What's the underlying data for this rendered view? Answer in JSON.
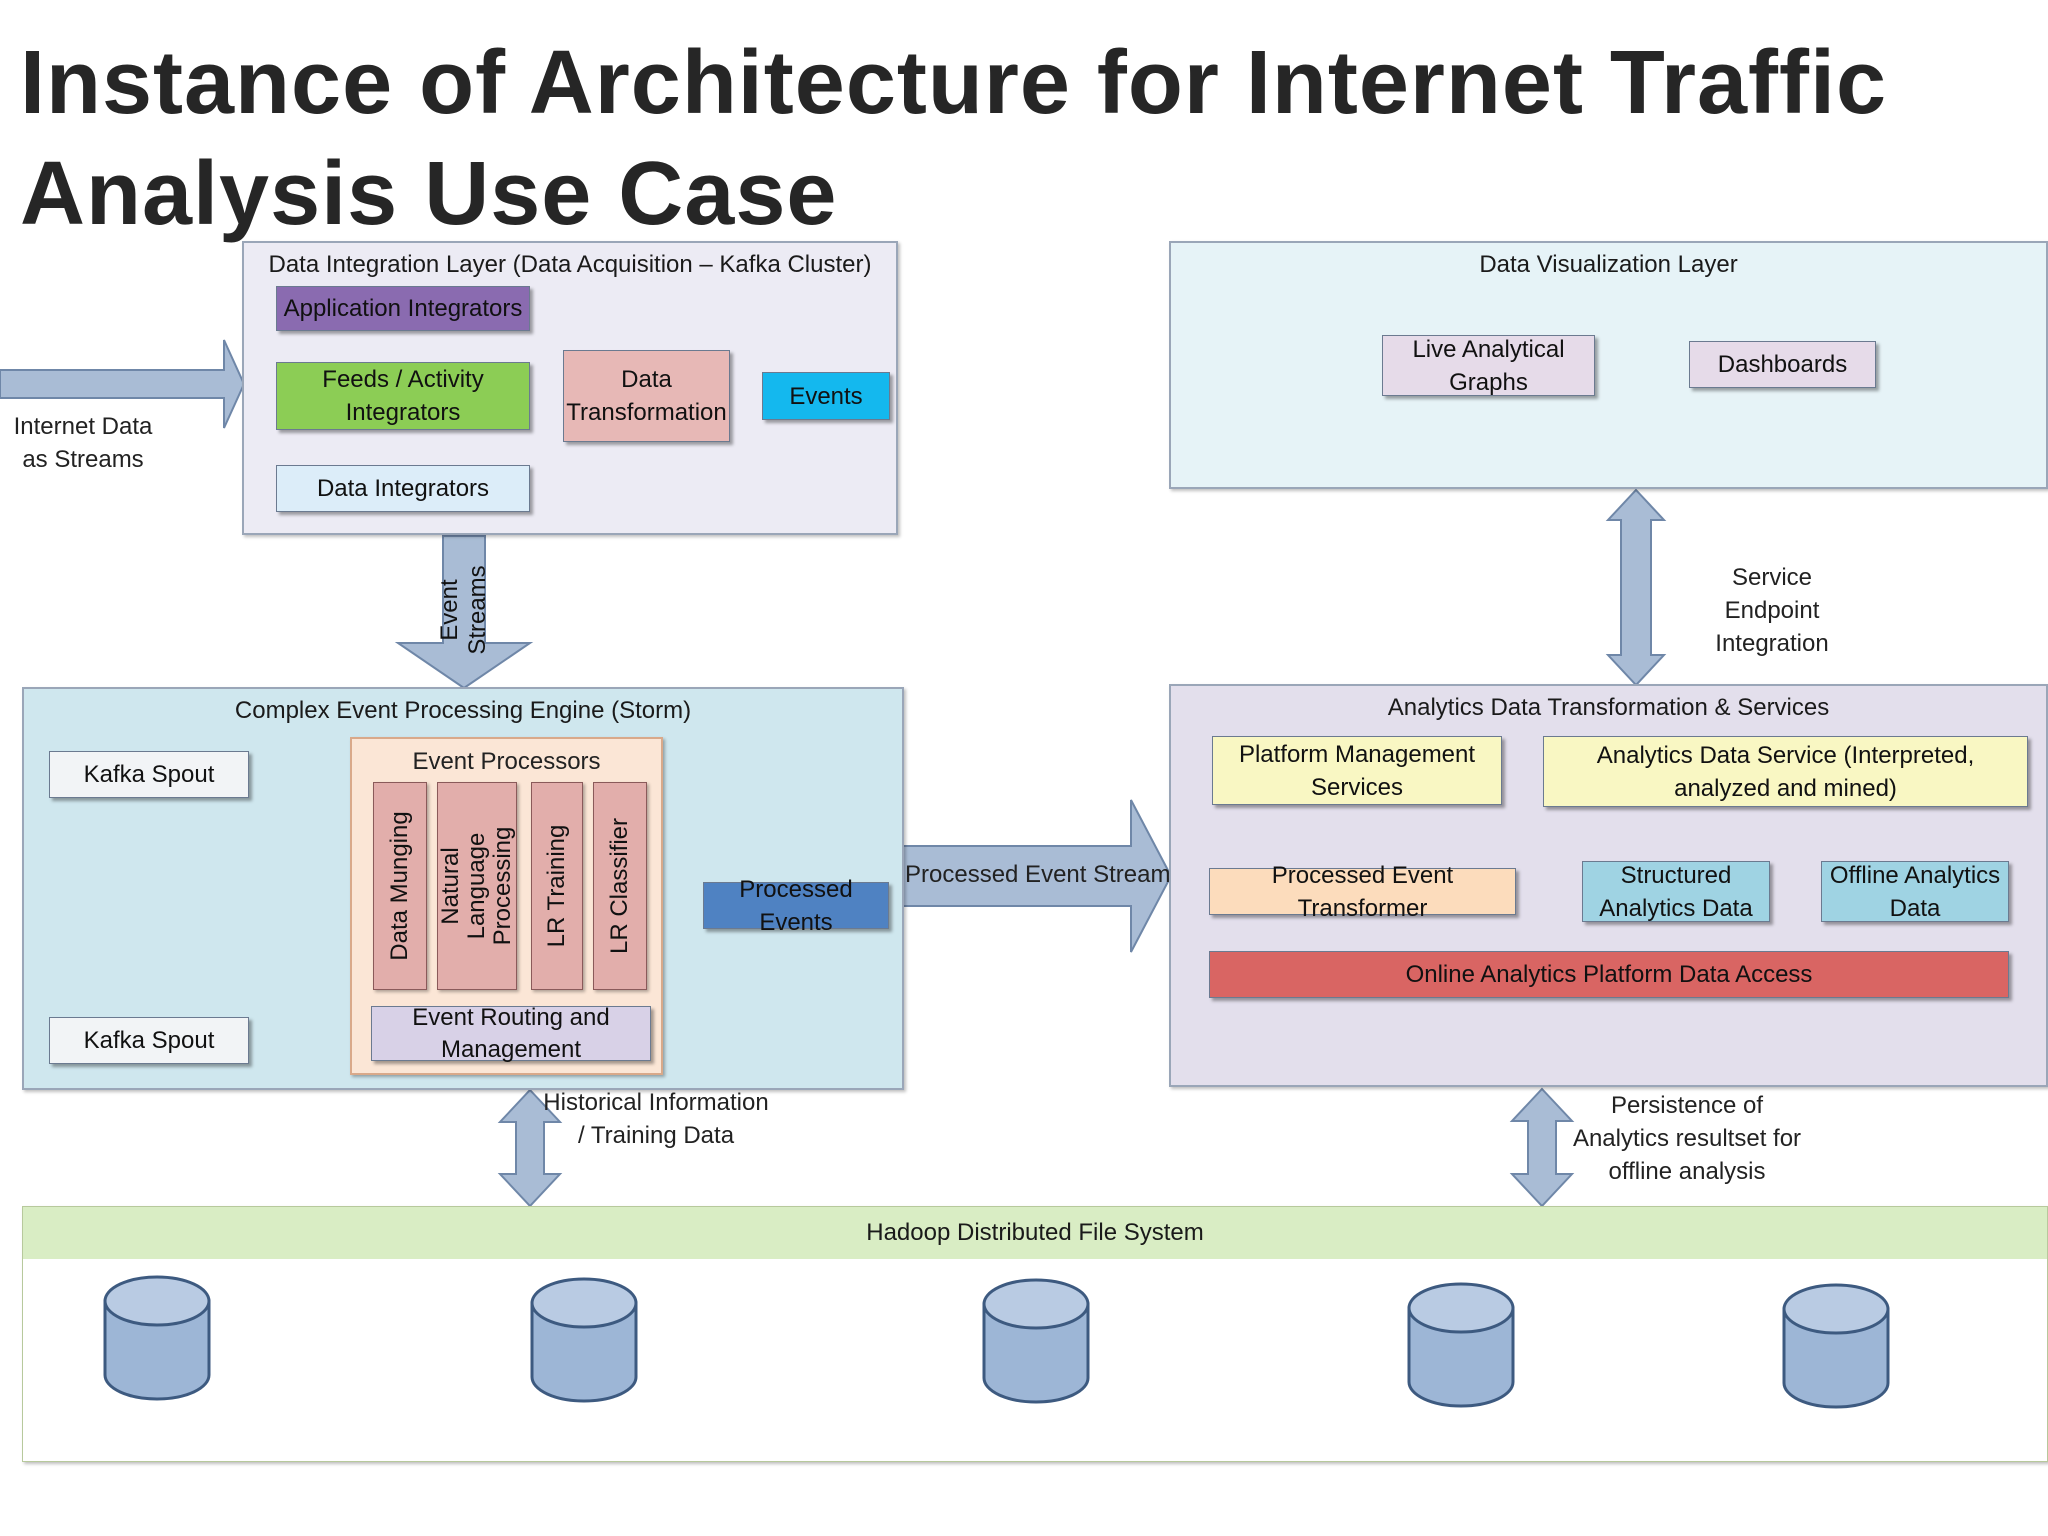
{
  "title": {
    "line1": "Instance of Architecture for Internet Traffic",
    "line2": "Analysis Use Case"
  },
  "input_label": "Internet Data as Streams",
  "integration": {
    "title": "Data Integration Layer (Data Acquisition – Kafka Cluster)",
    "app_integrators": "Application Integrators",
    "feeds_integrators": "Feeds / Activity Integrators",
    "data_integrators": "Data Integrators",
    "data_transformation": "Data Transformation",
    "events": "Events"
  },
  "event_streams": {
    "line1": "Event",
    "line2": "Streams"
  },
  "cep": {
    "title": "Complex Event Processing Engine (Storm)",
    "kafka_spout_1": "Kafka Spout",
    "kafka_spout_2": "Kafka Spout",
    "event_processors": "Event Processors",
    "data_munging": "Data Munging",
    "nlp_line1": "Natural",
    "nlp_line2": "Language",
    "nlp_line3": "Processing",
    "lr_training": "LR Training",
    "lr_classifier": "LR Classifier",
    "event_routing": "Event Routing and Management",
    "processed_events": "Processed Events"
  },
  "processed_event_streams": "Processed Event Streams",
  "visualization": {
    "title": "Data Visualization Layer",
    "live_graphs": "Live Analytical Graphs",
    "dashboards": "Dashboards"
  },
  "service_endpoint": "Service Endpoint Integration",
  "analytics": {
    "title": "Analytics Data Transformation & Services",
    "platform_mgmt": "Platform Management Services",
    "analytics_service": "Analytics Data Service (Interpreted, analyzed and mined)",
    "processed_transformer": "Processed Event Transformer",
    "structured_data": "Structured Analytics Data",
    "offline_data": "Offline Analytics Data",
    "online_access": "Online Analytics Platform Data Access"
  },
  "historical_label": "Historical Information / Training Data",
  "persistence_label": "Persistence of Analytics resultset for offline analysis",
  "hdfs": {
    "title": "Hadoop Distributed File System",
    "node_count": 5
  },
  "colors": {
    "arrow_fill": "#a9bcd5",
    "arrow_stroke": "#6f87a8",
    "integration_bg": "#ecebf4",
    "cep_bg": "#cfe7ee",
    "visualization_bg": "#e6f3f7",
    "analytics_bg": "#e3dfec",
    "hdfs_header": "#d9edc4",
    "app_integrators": "#8a6bb0",
    "feeds_integrators": "#8ccd55",
    "data_integrators": "#dcedf9",
    "data_transformation": "#e7b8b6",
    "events": "#14b8ee",
    "processed_events": "#4f82c2",
    "event_processors_bg": "#fbe6d6",
    "event_routing": "#d8d1e7",
    "yellow_box": "#f9f7c3",
    "transformer": "#fcdcbc",
    "teal_box": "#9fd3e3",
    "online_access": "#d96563"
  }
}
